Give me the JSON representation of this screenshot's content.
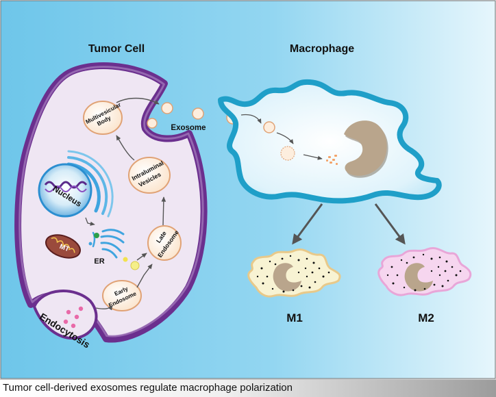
{
  "headings": {
    "tumor_cell": "Tumor Cell",
    "macrophage": "Macrophage"
  },
  "organelles": {
    "nucleus": "Nucleus",
    "mitochondrion": "MT",
    "er": "ER"
  },
  "compartments": {
    "mvb_line1": "Multivesicular",
    "mvb_line2": "Body",
    "ilv_line1": "Intraluminal",
    "ilv_line2": "Vesicles",
    "late_line1": "Late",
    "late_line2": "Endosome",
    "early_line1": "Early",
    "early_line2": "Endosome"
  },
  "labels": {
    "exosome": "Exosome",
    "endocytosis": "Endocytosis",
    "m1": "M1",
    "m2": "M2"
  },
  "caption": "Tumor cell-derived exosomes regulate macrophage polarization",
  "colors": {
    "tumor_membrane": "#6b2f8e",
    "tumor_cytoplasm": "#efe6f3",
    "macrophage_membrane": "#1f9fc8",
    "macrophage_cytoplasm": "#e3f4fb",
    "background_blue": "#8fd3ef",
    "m1_fill": "#f8f3d3",
    "m2_fill": "#f6d6ef",
    "vesicle_fill": "#fdeede",
    "vesicle_stroke": "#e0a275",
    "nucleus_kidney": "#b9a58c",
    "nucleus_sphere": "#2b8ed0",
    "er_blue": "#3fa4df",
    "mt_fill": "#9a4a3c"
  }
}
